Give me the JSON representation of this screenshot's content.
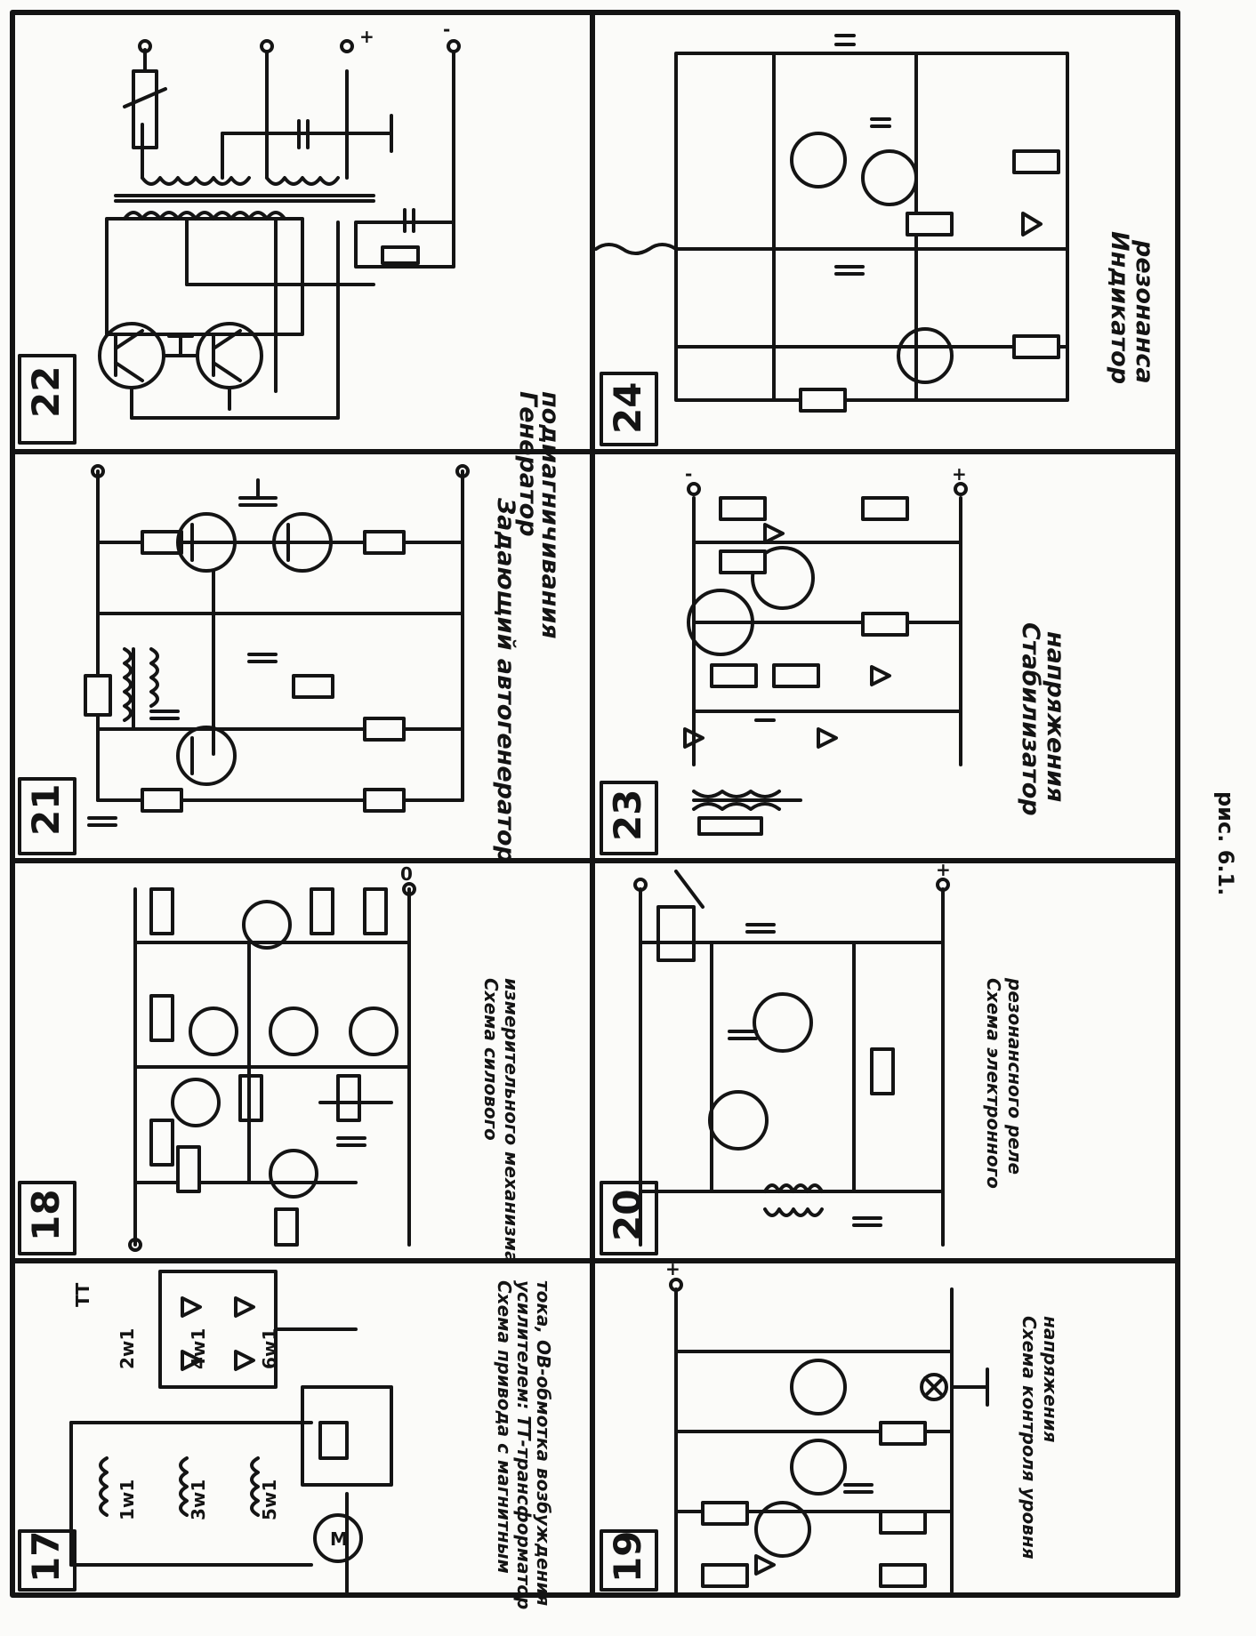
{
  "figure_label": "рис. 6.1.",
  "panels": [
    {
      "number": "22",
      "caption_line1": "Генератор",
      "caption_line2": "подмагничивания"
    },
    {
      "number": "21",
      "caption": "Задающий автогенератор"
    },
    {
      "number": "18",
      "caption_line1": "Схема силового",
      "caption_line2": "измерительного механизма"
    },
    {
      "number": "17",
      "caption_line1": "Схема привода с магнитным",
      "caption_line2": "усилителем: ТТ-трансформатор",
      "caption_line3": "тока, ОВ-обмотка возбуждения",
      "caption_line4": "",
      "motor_label": "М",
      "winding_labels": [
        "1w1",
        "3w1",
        "5w1",
        "2w1",
        "4w1",
        "6w1"
      ],
      "tt_label": "ТТ"
    },
    {
      "number": "24",
      "caption_line1": "Индикатор",
      "caption_line2": "резонанса"
    },
    {
      "number": "23",
      "caption_line1": "Стабилизатор",
      "caption_line2": "напряжения"
    },
    {
      "number": "20",
      "caption_line1": "Схема электронного",
      "caption_line2": "резонансного реле"
    },
    {
      "number": "19",
      "caption_line1": "Схема контроля уровня",
      "caption_line2": "напряжения"
    }
  ]
}
